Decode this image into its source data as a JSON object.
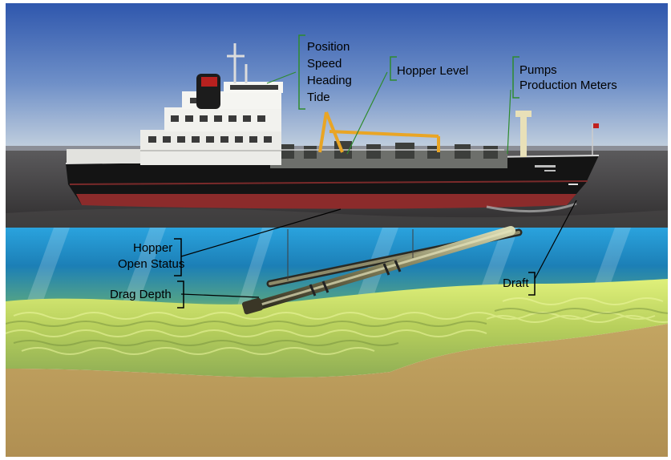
{
  "labels": {
    "nav": [
      "Position",
      "Speed",
      "Heading",
      "Tide"
    ],
    "hopper_level": "Hopper Level",
    "pumps": [
      "Pumps",
      "Production Meters"
    ],
    "hopper_open": [
      "Hopper",
      "Open Status"
    ],
    "drag_depth": "Drag Depth",
    "draft": "Draft"
  },
  "colors": {
    "sky_top": "#3a63b5",
    "sky_bottom": "#b9c9dd",
    "sea": "#3c3a3a",
    "hull_black": "#161616",
    "hull_red": "#8a2c2c",
    "water_cross_section": "#2f97c8",
    "seabed_green": "#c7dc6a",
    "sand": "#b99a5c",
    "bracket_green": "#2e8b2e"
  }
}
